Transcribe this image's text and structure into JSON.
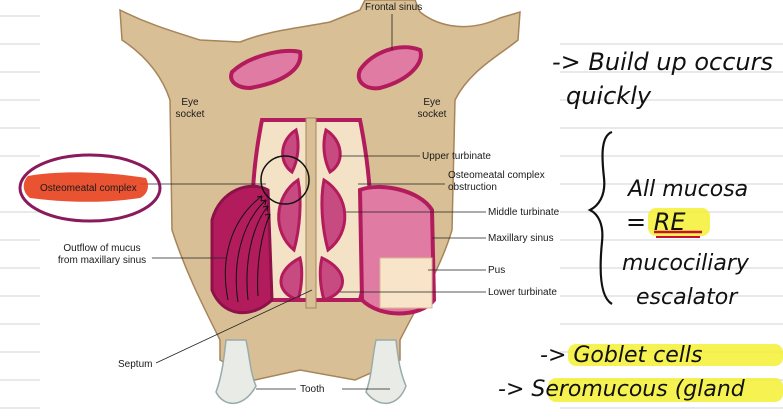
{
  "diagram": {
    "labels": {
      "frontal_sinus": "Frontal sinus",
      "eye_socket_left": [
        "Eye",
        "socket"
      ],
      "eye_socket_right": [
        "Eye",
        "socket"
      ],
      "upper_turbinate": "Upper turbinate",
      "ostiomeatal_obstruction": [
        "Osteomeatal complex",
        "obstruction"
      ],
      "middle_turbinate": "Middle turbinate",
      "maxillary_sinus": "Maxillary sinus",
      "pus": "Pus",
      "lower_turbinate": "Lower turbinate",
      "ostiomeatal_complex": "Osteomeatal complex",
      "outflow": [
        "Outflow of mucus",
        "from maxillary sinus"
      ],
      "septum": "Septum",
      "tooth": "Tooth"
    }
  },
  "notes": {
    "line1": "-> Build up occurs",
    "line2": "quickly",
    "line3": "All mucosa",
    "line4": "= RE",
    "line5": "mucociliary",
    "line6": "escalator",
    "line7": "-> Goblet cells",
    "line8": "-> Seromucous (gland"
  },
  "colors": {
    "bone": "#d9bf95",
    "bone_dark": "#b8976a",
    "mucosa": "#b21c5c",
    "sinus": "#e07ba3",
    "pus": "#f8e4c8",
    "highlight_yellow": "#f5f032",
    "highlight_red": "#e8401c",
    "circle_purple": "#8b1a5c"
  }
}
